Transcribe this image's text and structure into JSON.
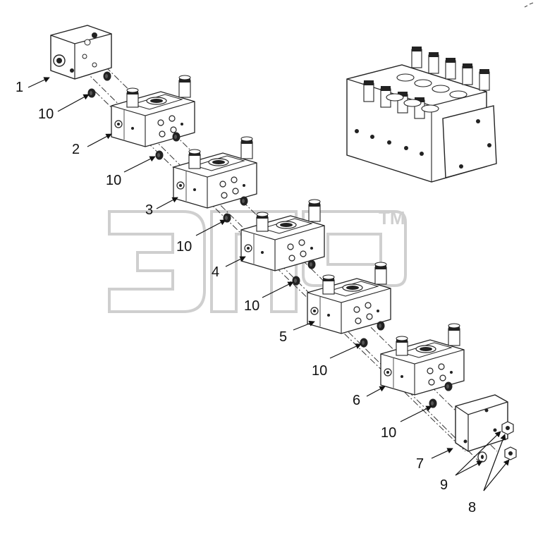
{
  "diagram": {
    "watermark": {
      "logo_text": "ЭПФ",
      "trademark": "TM"
    },
    "callouts": [
      {
        "id": "c1",
        "label": "1"
      },
      {
        "id": "c10a",
        "label": "10"
      },
      {
        "id": "c2",
        "label": "2"
      },
      {
        "id": "c10b",
        "label": "10"
      },
      {
        "id": "c3",
        "label": "3"
      },
      {
        "id": "c10c",
        "label": "10"
      },
      {
        "id": "c4",
        "label": "4"
      },
      {
        "id": "c10d",
        "label": "10"
      },
      {
        "id": "c5",
        "label": "5"
      },
      {
        "id": "c10e",
        "label": "10"
      },
      {
        "id": "c6",
        "label": "6"
      },
      {
        "id": "c10f",
        "label": "10"
      },
      {
        "id": "c7",
        "label": "7"
      },
      {
        "id": "c9",
        "label": "9"
      },
      {
        "id": "c8",
        "label": "8"
      }
    ]
  }
}
